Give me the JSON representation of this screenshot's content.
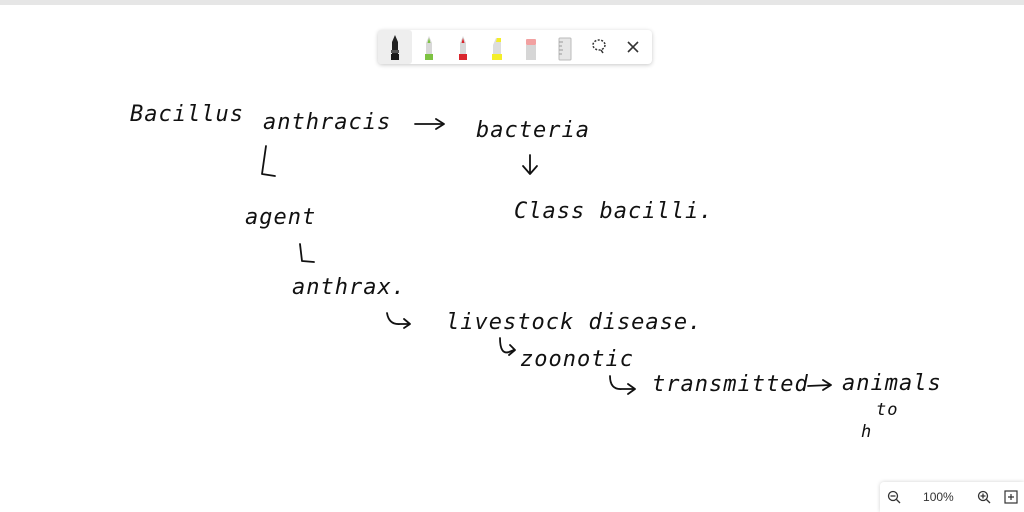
{
  "toolbar": {
    "tools": [
      {
        "name": "black-pen-icon",
        "color": "#1a1a1a",
        "selected": true
      },
      {
        "name": "green-pen-icon",
        "color": "#7dc242"
      },
      {
        "name": "red-pen-icon",
        "color": "#d9262d"
      },
      {
        "name": "yellow-highlighter-icon",
        "color": "#f4ee2a"
      },
      {
        "name": "eraser-icon",
        "color": "#f2a1a1"
      },
      {
        "name": "ruler-icon",
        "color": "#cccccc"
      },
      {
        "name": "lasso-icon"
      },
      {
        "name": "close-icon"
      }
    ]
  },
  "notes": {
    "line1_a": "Bacillus",
    "line1_b": "anthracis",
    "line1_c": "bacteria",
    "agent": "agent",
    "class": "Class bacilli.",
    "anthrax": "anthrax.",
    "livestock": "livestock disease.",
    "zoonotic": "zoonotic",
    "transmitted": "transmitted",
    "animals": "animals",
    "to": "to",
    "h": "h"
  },
  "zoom": {
    "level": "100%",
    "zoom_out_icon": "zoom-out-icon",
    "zoom_in_icon": "zoom-in-icon",
    "fit_icon": "fit-screen-icon"
  }
}
